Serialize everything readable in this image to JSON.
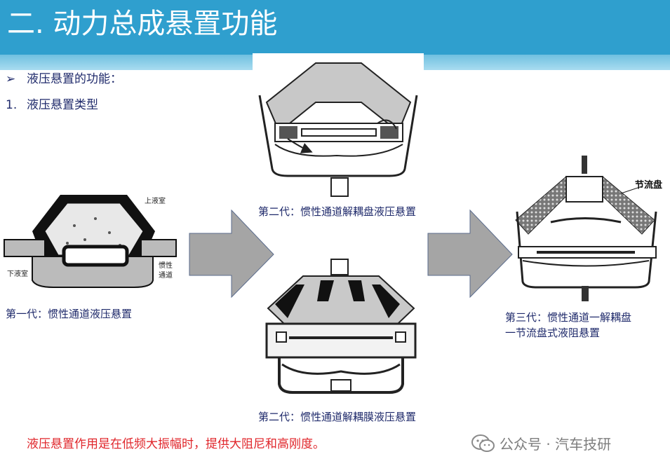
{
  "header": {
    "title": "二. 动力总成悬置功能"
  },
  "bullets": [
    {
      "mark": "➢",
      "text": "液压悬置的功能："
    },
    {
      "mark": "1.",
      "text": "液压悬置类型"
    }
  ],
  "figures": {
    "gen1": {
      "caption": "第一代：惯性通道液压悬置",
      "labels": {
        "upper_chamber": "上液室",
        "lower_chamber": "下液室",
        "inertia_channel_1": "惯性",
        "inertia_channel_2": "通道"
      }
    },
    "gen2_plate": {
      "caption": "第二代：惯性通道解耦盘液压悬置"
    },
    "gen2_membrane": {
      "caption": "第二代：惯性通道解耦膜液压悬置"
    },
    "gen3": {
      "caption_line1": "第三代：惯性通道一解耦盘",
      "caption_line2": "一节流盘式液阻悬置",
      "labels": {
        "throttle_disc": "节流盘"
      }
    }
  },
  "conclusion": "液压悬置作用是在低频大振幅时，提供大阻尼和高刚度。",
  "watermark": {
    "text": "公众号 · 汽车技研",
    "icon": "wechat-icon"
  },
  "colors": {
    "header": "#2f9fce",
    "conclusion": "#e0262b",
    "caption": "#1f2a6b",
    "arrow": "#a5a5a5"
  }
}
